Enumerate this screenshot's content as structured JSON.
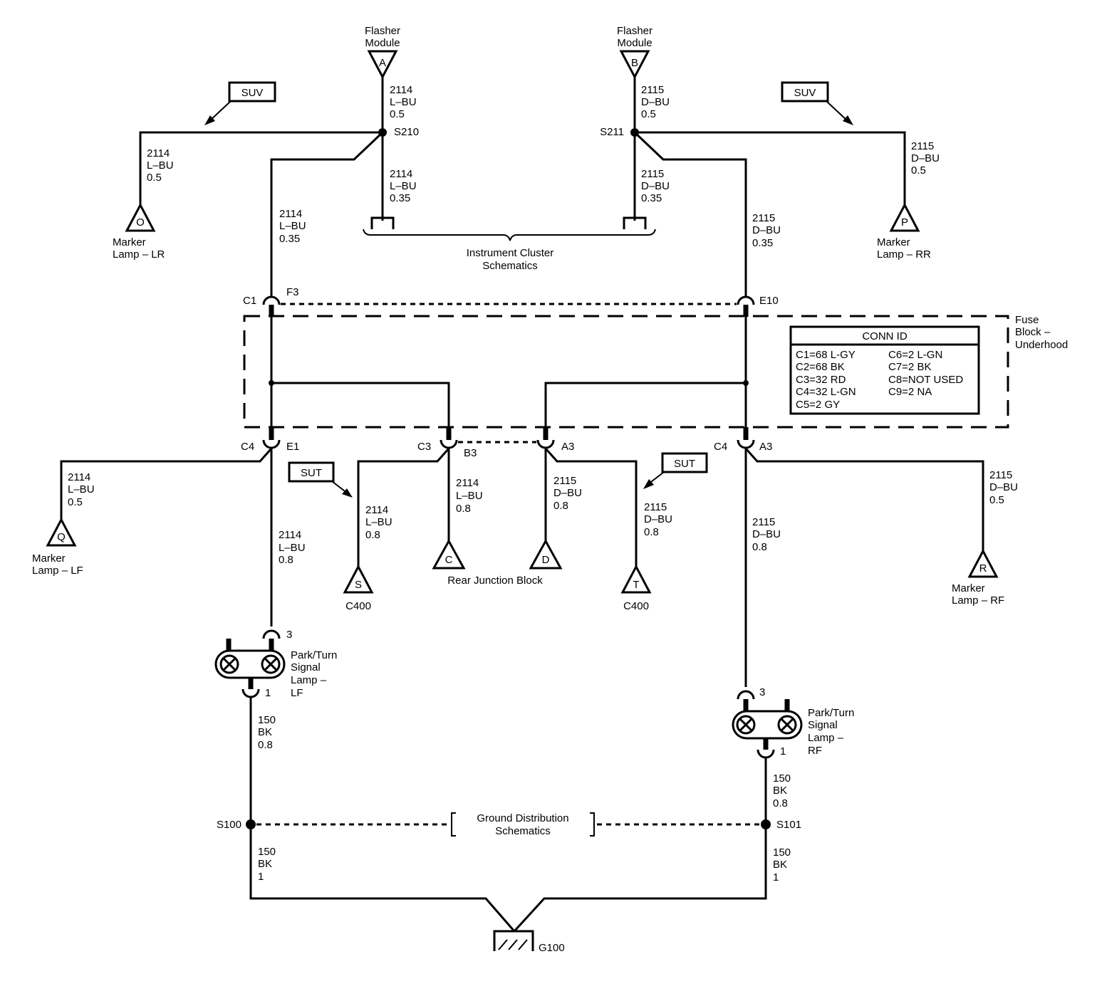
{
  "flashers": {
    "a": {
      "title": "Flasher",
      "sub": "Module",
      "pin": "A"
    },
    "b": {
      "title": "Flasher",
      "sub": "Module",
      "pin": "B"
    }
  },
  "options": {
    "suv_left": "SUV",
    "suv_right": "SUV",
    "sut_left": "SUT",
    "sut_right": "SUT"
  },
  "splices": {
    "s210": "S210",
    "s211": "S211",
    "s100": "S100",
    "s101": "S101"
  },
  "wires": {
    "w1": {
      "circuit": "2114",
      "color": "L–BU",
      "size": "0.5"
    },
    "w2": {
      "circuit": "2115",
      "color": "D–BU",
      "size": "0.5"
    },
    "w3": {
      "circuit": "2114",
      "color": "L–BU",
      "size": "0.5"
    },
    "w4": {
      "circuit": "2114",
      "color": "L–BU",
      "size": "0.35"
    },
    "w5": {
      "circuit": "2114",
      "color": "L–BU",
      "size": "0.35"
    },
    "w6": {
      "circuit": "2115",
      "color": "D–BU",
      "size": "0.35"
    },
    "w7": {
      "circuit": "2115",
      "color": "D–BU",
      "size": "0.5"
    },
    "w8": {
      "circuit": "2115",
      "color": "D–BU",
      "size": "0.35"
    },
    "w9": {
      "circuit": "2114",
      "color": "L–BU",
      "size": "0.5"
    },
    "w10": {
      "circuit": "2114",
      "color": "L–BU",
      "size": "0.8"
    },
    "w11": {
      "circuit": "2114",
      "color": "L–BU",
      "size": "0.8"
    },
    "w12": {
      "circuit": "2115",
      "color": "D–BU",
      "size": "0.8"
    },
    "w13": {
      "circuit": "2115",
      "color": "D–BU",
      "size": "0.8"
    },
    "w14": {
      "circuit": "2114",
      "color": "L–BU",
      "size": "0.8"
    },
    "w15": {
      "circuit": "2115",
      "color": "D–BU",
      "size": "0.8"
    },
    "w16": {
      "circuit": "2115",
      "color": "D–BU",
      "size": "0.5"
    },
    "w17": {
      "circuit": "150",
      "color": "BK",
      "size": "0.8"
    },
    "w18": {
      "circuit": "150",
      "color": "BK",
      "size": "0.8"
    },
    "w19": {
      "circuit": "150",
      "color": "BK",
      "size": "1"
    },
    "w20": {
      "circuit": "150",
      "color": "BK",
      "size": "1"
    }
  },
  "components": {
    "o": {
      "pin": "O",
      "l1": "Marker",
      "l2": "Lamp – LR"
    },
    "p": {
      "pin": "P",
      "l1": "Marker",
      "l2": "Lamp – RR"
    },
    "q": {
      "pin": "Q",
      "l1": "Marker",
      "l2": "Lamp – LF"
    },
    "r": {
      "pin": "R",
      "l1": "Marker",
      "l2": "Lamp – RF"
    },
    "s": {
      "pin": "S",
      "l1": "C400"
    },
    "t": {
      "pin": "T",
      "l1": "C400"
    },
    "c": {
      "pin": "C"
    },
    "d": {
      "pin": "D"
    },
    "rjb": "Rear Junction Block",
    "cluster": {
      "l1": "Instrument Cluster",
      "l2": "Schematics"
    },
    "ground_dist": {
      "l1": "Ground Distribution",
      "l2": "Schematics"
    },
    "ground": "G100"
  },
  "connectors": {
    "c1": "C1",
    "f3": "F3",
    "e10": "E10",
    "c4a": "C4",
    "e1": "E1",
    "c3": "C3",
    "b3": "B3",
    "a3a": "A3",
    "c4b": "C4",
    "a3b": "A3"
  },
  "fuse_block": {
    "l1": "Fuse",
    "l2": "Block –",
    "l3": "Underhood"
  },
  "conn_id": {
    "title": "CONN ID",
    "left": [
      "C1=68 L-GY",
      "C2=68 BK",
      "C3=32 RD",
      "C4=32 L-GN",
      "C5=2 GY"
    ],
    "right": [
      "C6=2 L-GN",
      "C7=2 BK",
      "C8=NOT USED",
      "C9=2 NA"
    ]
  },
  "lamps": {
    "lf": {
      "pin_top": "3",
      "pin_bot": "1",
      "l1": "Park/Turn",
      "l2": "Signal",
      "l3": "Lamp –",
      "l4": "LF"
    },
    "rf": {
      "pin_top": "3",
      "pin_bot": "1",
      "l1": "Park/Turn",
      "l2": "Signal",
      "l3": "Lamp –",
      "l4": "RF"
    }
  }
}
